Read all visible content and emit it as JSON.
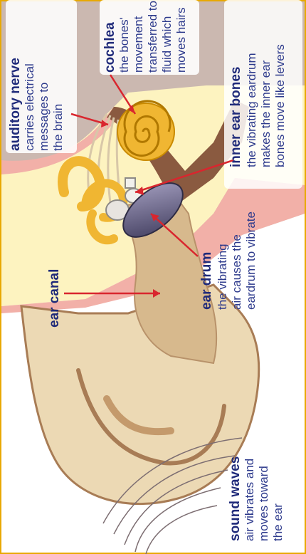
{
  "labels": {
    "auditory_nerve": {
      "title": "auditory nerve",
      "lines": [
        "carries electrical",
        "messages to",
        "the brain"
      ]
    },
    "cochlea": {
      "title": "cochlea",
      "lines": [
        "the bones'",
        "movement",
        "transferred to",
        "fluid which",
        "moves hairs"
      ]
    },
    "inner_ear_bones": {
      "title": "inner ear bones",
      "lines": [
        "the vibrating eardrum",
        "makes the inner ear",
        "bones move like levers"
      ]
    },
    "ear_canal": {
      "title": "ear canal"
    },
    "ear_drum": {
      "title": "ear drum",
      "lines": [
        "the vibrating",
        "air causes the",
        "eardrum to vibrate"
      ]
    },
    "sound_waves": {
      "title": "sound waves",
      "lines": [
        "air vibrates and",
        "moves toward",
        "the ear"
      ]
    }
  },
  "colors": {
    "outline": "#e8a800",
    "arrow": "#d9262e",
    "text": "#1f2a7a",
    "skin": "#ecd9b4",
    "skin_dark": "#a87c55",
    "pink": "#f2b0a8",
    "cream": "#fdf3c0",
    "gray": "#cbb8b0",
    "bone": "#f0b632",
    "drum": "#5a5675"
  }
}
